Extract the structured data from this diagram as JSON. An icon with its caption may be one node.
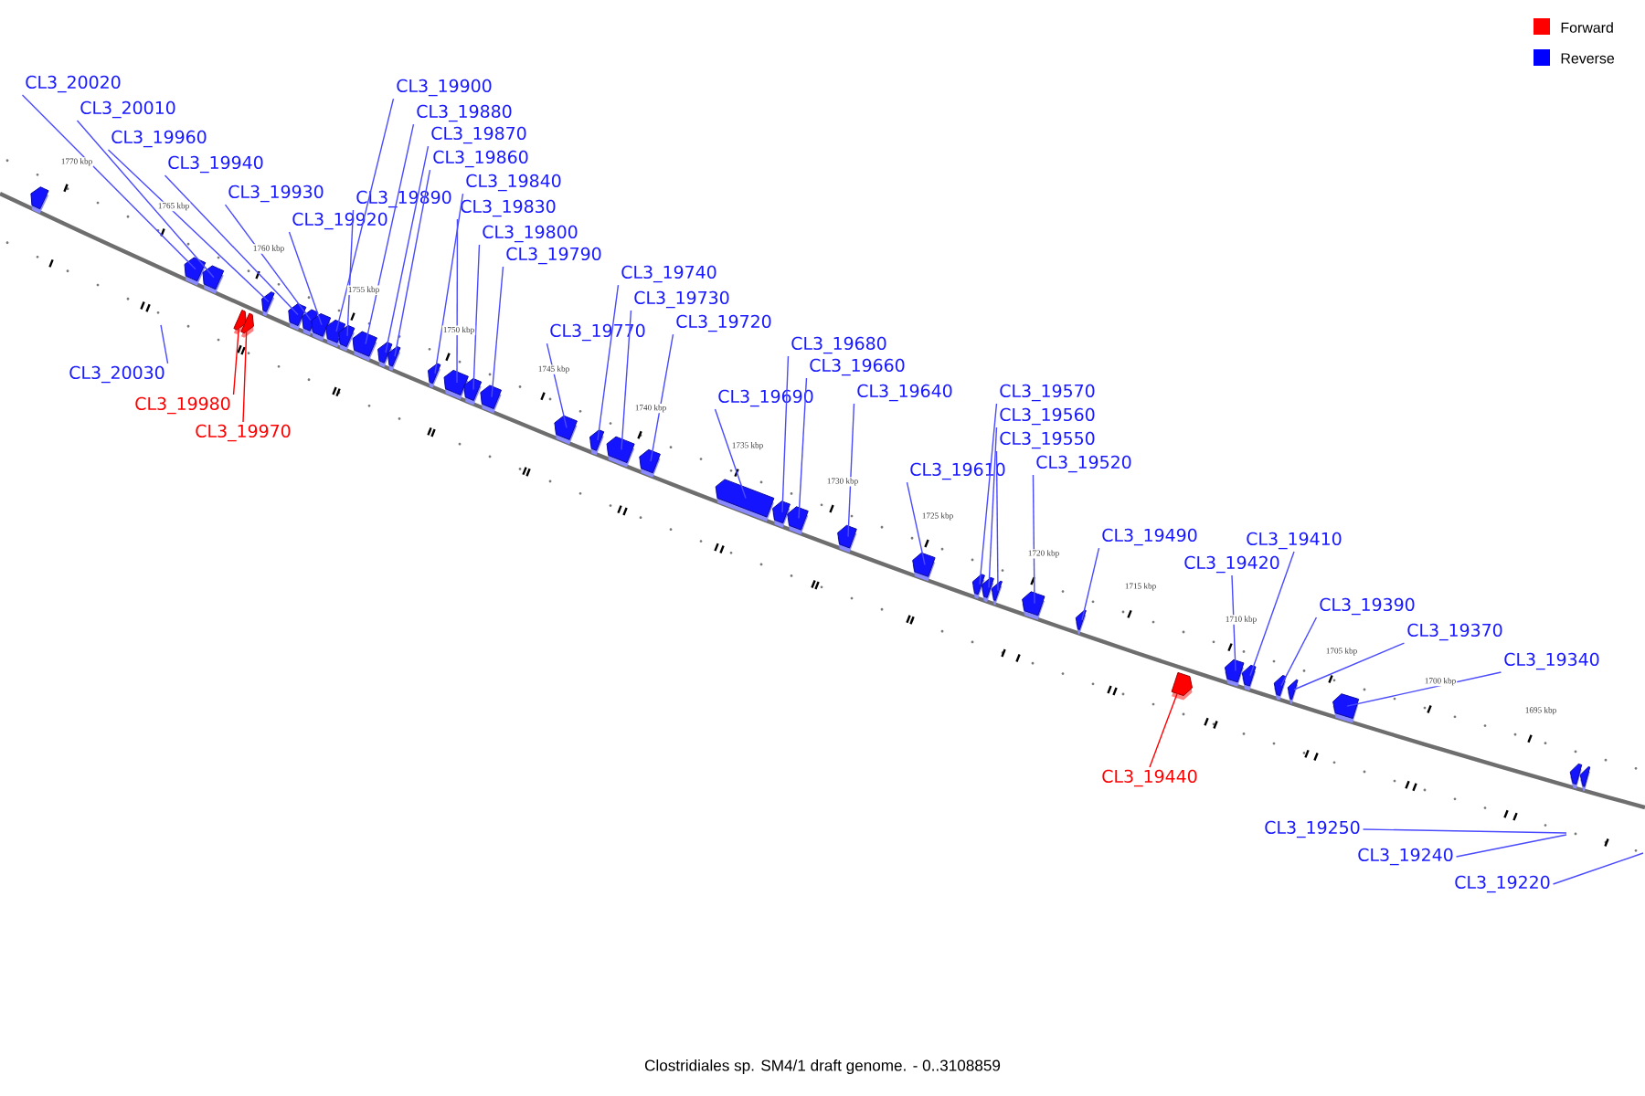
{
  "diagram": {
    "caption": "Clostridiales sp. SM4/1 draft genome. - 0..3108859",
    "nodes": [
      {
        "text": [
          "CL3_20020"
        ]
      },
      {
        "text": [
          "CL3_20010"
        ]
      },
      {
        "text": [
          "CL3_19960"
        ]
      },
      {
        "text": [
          "CL3_19940"
        ]
      },
      {
        "text": [
          "CL3_19930"
        ]
      },
      {
        "text": [
          "CL3_19920"
        ]
      },
      {
        "text": [
          "CL3_19900"
        ]
      },
      {
        "text": [
          "CL3_19880"
        ]
      },
      {
        "text": [
          "CL3_19870"
        ]
      },
      {
        "text": [
          "CL3_19860"
        ]
      },
      {
        "text": [
          "CL3_19890"
        ]
      },
      {
        "text": [
          "CL3_19840"
        ]
      },
      {
        "text": [
          "CL3_19830"
        ]
      },
      {
        "text": [
          "CL3_19800"
        ]
      },
      {
        "text": [
          "CL3_19790"
        ]
      },
      {
        "text": [
          "CL3_19770"
        ]
      },
      {
        "text": [
          "CL3_19740"
        ]
      },
      {
        "text": [
          "CL3_19730"
        ]
      },
      {
        "text": [
          "CL3_19720"
        ]
      },
      {
        "text": [
          "CL3_19690"
        ]
      },
      {
        "text": [
          "CL3_19680"
        ]
      },
      {
        "text": [
          "CL3_19660"
        ]
      },
      {
        "text": [
          "CL3_19640"
        ]
      },
      {
        "text": [
          "CL3_19610"
        ]
      },
      {
        "text": [
          "CL3_19570"
        ]
      },
      {
        "text": [
          "CL3_19560"
        ]
      },
      {
        "text": [
          "CL3_19550"
        ]
      },
      {
        "text": [
          "CL3_19520"
        ]
      },
      {
        "text": [
          "CL3_19490"
        ]
      },
      {
        "text": [
          "CL3_19420"
        ]
      },
      {
        "text": [
          "CL3_19410"
        ]
      },
      {
        "text": [
          "CL3_19390"
        ]
      },
      {
        "text": [
          "CL3_19370"
        ]
      },
      {
        "text": [
          "CL3_19340"
        ]
      },
      {
        "text": [
          "CL3_20030"
        ]
      },
      {
        "text": [
          "CL3_19980"
        ]
      },
      {
        "text": [
          "CL3_19970"
        ]
      },
      {
        "text": [
          "CL3_19440"
        ]
      },
      {
        "text": [
          "CL3_19250"
        ]
      },
      {
        "text": [
          "CL3_19240"
        ]
      },
      {
        "text": [
          "CL3_19220"
        ]
      },
      {
        "text": [],
        "shape": "arrow"
      },
      {
        "text": [],
        "shape": "arrow"
      },
      {
        "text": [],
        "shape": "arrow"
      },
      {
        "text": [],
        "shape": "arrow"
      },
      {
        "text": [],
        "shape": "arrow"
      },
      {
        "text": [],
        "shape": "arrow"
      },
      {
        "text": [],
        "shape": "arrow"
      },
      {
        "text": [],
        "shape": "arrow"
      },
      {
        "text": [],
        "shape": "arrow"
      },
      {
        "text": [],
        "shape": "arrow"
      },
      {
        "text": [],
        "shape": "arrow"
      },
      {
        "text": [],
        "shape": "arrow"
      },
      {
        "text": [],
        "shape": "arrow"
      },
      {
        "text": [],
        "shape": "arrow"
      },
      {
        "text": [],
        "shape": "arrow"
      },
      {
        "text": [],
        "shape": "arrow"
      },
      {
        "text": [],
        "shape": "arrow"
      },
      {
        "text": [],
        "shape": "arrow"
      },
      {
        "text": [],
        "shape": "arrow"
      },
      {
        "text": [],
        "shape": "arrow"
      },
      {
        "text": [],
        "shape": "arrow"
      },
      {
        "text": [],
        "shape": "arrow"
      },
      {
        "text": [],
        "shape": "arrow"
      },
      {
        "text": [],
        "shape": "arrow"
      },
      {
        "text": [],
        "shape": "arrow"
      },
      {
        "text": [],
        "shape": "arrow"
      },
      {
        "text": [],
        "shape": "arrow"
      },
      {
        "text": [],
        "shape": "arrow"
      },
      {
        "text": [],
        "shape": "arrow"
      },
      {
        "text": [],
        "shape": "arrow"
      },
      {
        "text": [],
        "shape": "arrow"
      },
      {
        "text": [],
        "shape": "arrow"
      },
      {
        "text": [],
        "shape": "arrow"
      },
      {
        "text": [],
        "shape": "arrow"
      },
      {
        "text": [],
        "shape": "arrow"
      },
      {
        "text": [],
        "shape": "arrow"
      },
      {
        "text": [],
        "shape": "arrow"
      },
      {
        "text": [],
        "shape": "arrow"
      },
      {
        "text": [],
        "shape": "arrow"
      },
      {
        "text": [],
        "shape": "arrow"
      }
    ],
    "edges": [
      {
        "from": 0,
        "to": 42,
        "arrow": "none"
      },
      {
        "from": 1,
        "to": 43,
        "arrow": "none"
      },
      {
        "from": 2,
        "to": 46,
        "arrow": "none"
      },
      {
        "from": 3,
        "to": 47,
        "arrow": "none"
      },
      {
        "from": 4,
        "to": 48,
        "arrow": "none"
      },
      {
        "from": 5,
        "to": 49,
        "arrow": "none"
      },
      {
        "from": 6,
        "to": 50,
        "arrow": "none"
      },
      {
        "from": 7,
        "to": 52,
        "arrow": "none"
      },
      {
        "from": 8,
        "to": 53,
        "arrow": "none"
      },
      {
        "from": 9,
        "to": 54,
        "arrow": "none"
      },
      {
        "from": 10,
        "to": 51,
        "arrow": "none"
      },
      {
        "from": 11,
        "to": 55,
        "arrow": "none"
      },
      {
        "from": 12,
        "to": 56,
        "arrow": "none"
      },
      {
        "from": 13,
        "to": 57,
        "arrow": "none"
      },
      {
        "from": 14,
        "to": 58,
        "arrow": "none"
      },
      {
        "from": 15,
        "to": 59,
        "arrow": "none"
      },
      {
        "from": 16,
        "to": 60,
        "arrow": "none"
      },
      {
        "from": 17,
        "to": 61,
        "arrow": "none"
      },
      {
        "from": 18,
        "to": 62,
        "arrow": "none"
      },
      {
        "from": 19,
        "to": 63,
        "arrow": "none"
      },
      {
        "from": 20,
        "to": 64,
        "arrow": "none"
      },
      {
        "from": 21,
        "to": 65,
        "arrow": "none"
      },
      {
        "from": 22,
        "to": 66,
        "arrow": "none"
      },
      {
        "from": 23,
        "to": 67,
        "arrow": "none"
      },
      {
        "from": 24,
        "to": 68,
        "arrow": "none"
      },
      {
        "from": 25,
        "to": 69,
        "arrow": "none"
      },
      {
        "from": 26,
        "to": 70,
        "arrow": "none"
      },
      {
        "from": 27,
        "to": 71,
        "arrow": "none"
      },
      {
        "from": 28,
        "to": 72,
        "arrow": "none"
      },
      {
        "from": 29,
        "to": 74,
        "arrow": "none"
      },
      {
        "from": 30,
        "to": 75,
        "arrow": "none"
      },
      {
        "from": 31,
        "to": 76,
        "arrow": "none"
      },
      {
        "from": 32,
        "to": 77,
        "arrow": "none"
      },
      {
        "from": 33,
        "to": 78,
        "arrow": "none"
      },
      {
        "from": 34,
        "to": null,
        "arrow": "none"
      },
      {
        "from": 35,
        "to": 44,
        "arrow": "none",
        "color": "#ff0000"
      },
      {
        "from": 36,
        "to": 45,
        "arrow": "none",
        "color": "#ff0000"
      },
      {
        "from": 37,
        "to": 73,
        "arrow": "none",
        "color": "#ff0000"
      },
      {
        "from": 38,
        "to": null,
        "arrow": "none"
      },
      {
        "from": 39,
        "to": null,
        "arrow": "none"
      },
      {
        "from": 40,
        "to": null,
        "arrow": "none"
      }
    ],
    "labels": [
      "1770 kbp",
      "1765 kbp",
      "1760 kbp",
      "1755 kbp",
      "1750 kbp",
      "1745 kbp",
      "1740 kbp",
      "1735 kbp",
      "1730 kbp",
      "1725 kbp",
      "1720 kbp",
      "1715 kbp",
      "1710 kbp",
      "1705 kbp",
      "1700 kbp",
      "1695 kbp"
    ],
    "legend": [
      {
        "text": "Forward",
        "color": "#ff0000"
      },
      {
        "text": "Reverse",
        "color": "#0000ff"
      }
    ]
  }
}
